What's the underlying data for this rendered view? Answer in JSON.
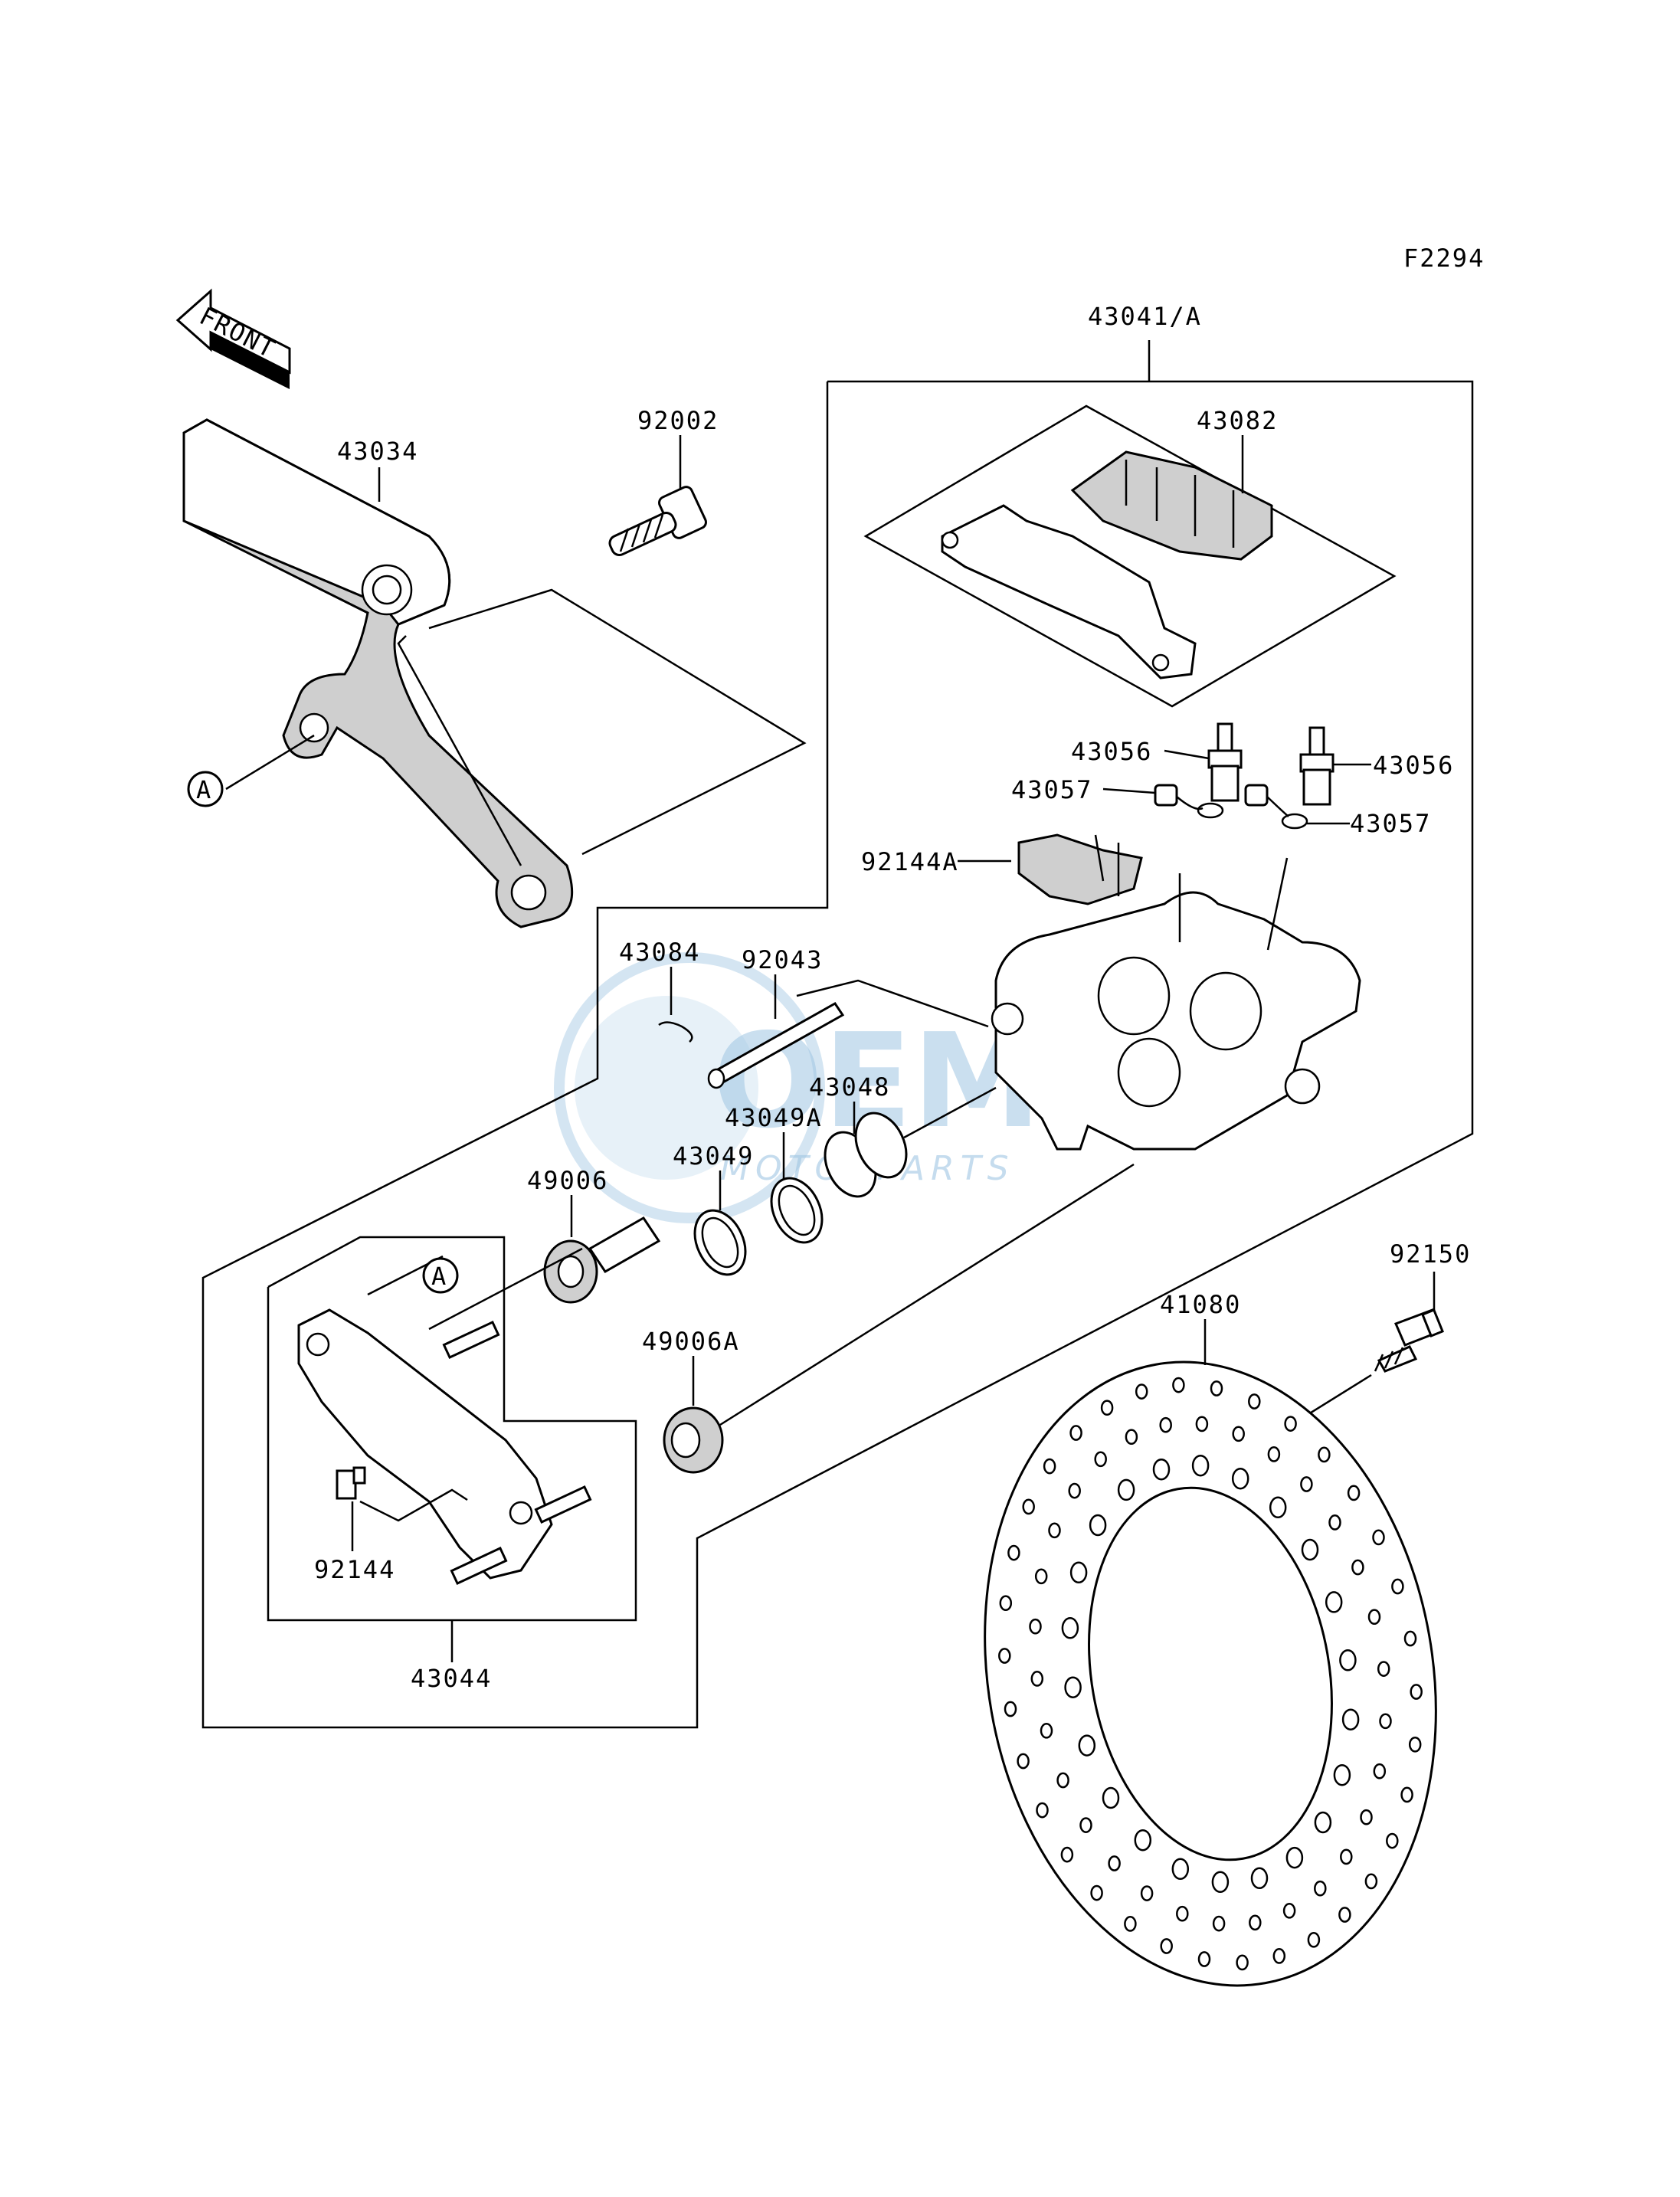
{
  "figure_code": "F2294",
  "front_arrow_label": "FRONT",
  "watermark": {
    "brand": "OEM",
    "sub": "MOTORPARTS"
  },
  "callouts": {
    "A1": "A",
    "A2": "A"
  },
  "part_labels": {
    "p43041": "43041/A",
    "p43034": "43034",
    "p92002": "92002",
    "p43082": "43082",
    "p43056_left": "43056",
    "p43056_right": "43056",
    "p43057_left": "43057",
    "p43057_right": "43057",
    "p92144A": "92144A",
    "p43084": "43084",
    "p92043": "92043",
    "p43048": "43048",
    "p43049A": "43049A",
    "p43049": "43049",
    "p49006": "49006",
    "p49006A": "49006A",
    "p92150": "92150",
    "p41080": "41080",
    "p92144": "92144",
    "p43044": "43044"
  },
  "colors": {
    "ink": "#000000",
    "watermark": "#9fc6e3",
    "shade": "#cfcfcf"
  }
}
